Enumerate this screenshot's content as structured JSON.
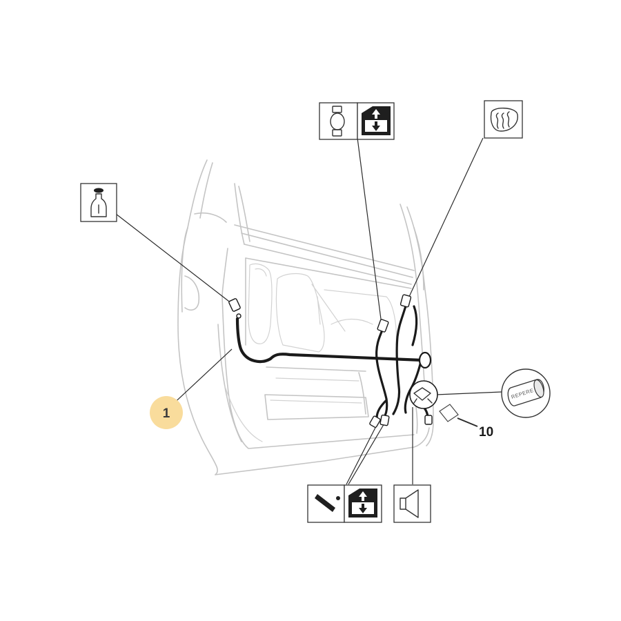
{
  "diagram": {
    "callouts": {
      "harness_number": "1",
      "clip_number": "10"
    },
    "repere_label": "REPERE",
    "icons": [
      {
        "name": "washer-fluid-bottle-icon"
      },
      {
        "name": "window-switch-icon"
      },
      {
        "name": "window-lift-icon"
      },
      {
        "name": "heated-mirror-icon"
      },
      {
        "name": "door-lock-key-icon"
      },
      {
        "name": "speaker-icon"
      },
      {
        "name": "window-lift-icon"
      }
    ],
    "colors": {
      "badge": "#f9dc9c",
      "harness": "#1a1a1a",
      "door_outline": "#c4c4c4"
    }
  }
}
